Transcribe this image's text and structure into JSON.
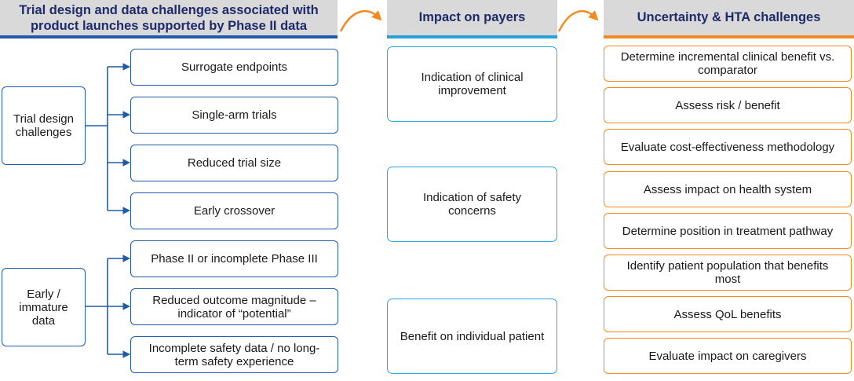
{
  "headers": {
    "col1": "Trial design and data challenges associated with product launches supported by Phase II data",
    "col2": "Impact on payers",
    "col3": "Uncertainty & HTA challenges"
  },
  "groups": [
    {
      "label": "Trial design challenges",
      "items": [
        "Surrogate endpoints",
        "Single-arm trials",
        "Reduced trial size",
        "Early crossover"
      ]
    },
    {
      "label": "Early / immature data",
      "items": [
        "Phase II or incomplete Phase III",
        "Reduced outcome magnitude – indicator of “potential”",
        "Incomplete safety data / no long-term safety experience"
      ]
    }
  ],
  "impacts": [
    "Indication of clinical improvement",
    "Indication of safety concerns",
    "Benefit on individual patient"
  ],
  "hta": [
    "Determine incremental clinical benefit vs. comparator",
    "Assess risk / benefit",
    "Evaluate cost-effectiveness methodology",
    "Assess impact on health system",
    "Determine position in treatment pathway",
    "Identify patient population that benefits most",
    "Assess QoL benefits",
    "Evaluate impact on caregivers"
  ],
  "colors": {
    "navy": "#1f2a6b",
    "blue": "#1f5ba8",
    "cyan": "#29a8e0",
    "orange": "#f28a1e"
  }
}
